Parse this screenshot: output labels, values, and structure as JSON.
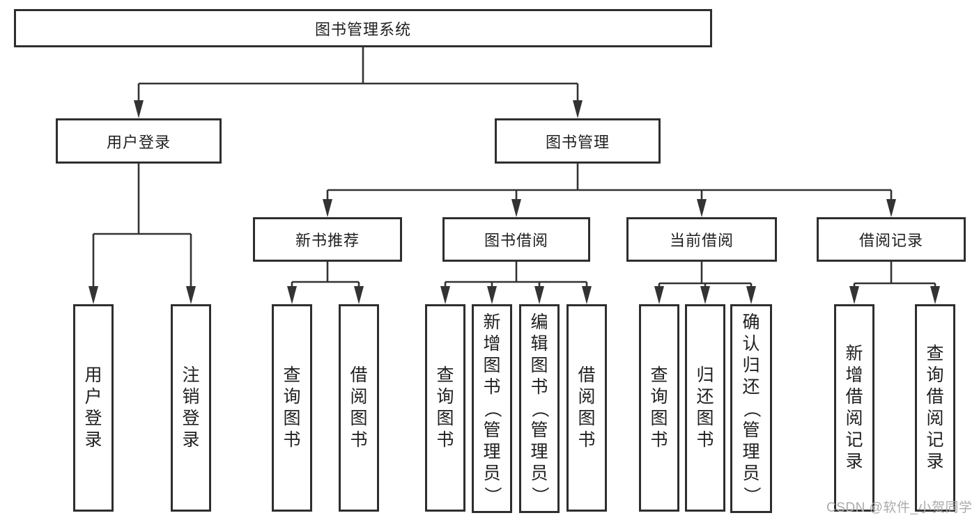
{
  "colors": {
    "line": "#333333",
    "border": "#2e2e2e",
    "text": "#1f1f1f",
    "watermark": "#ababab",
    "background": "#ffffff"
  },
  "watermark": {
    "text": "CSDN @软件_小贺同学"
  },
  "root": {
    "label": "图书管理系统"
  },
  "branches": [
    {
      "label": "用户登录",
      "children": [
        {
          "label": "用户登录"
        },
        {
          "label": "注销登录"
        }
      ]
    },
    {
      "label": "图书管理",
      "children": [
        {
          "label": "新书推荐",
          "children": [
            {
              "label": "查询图书"
            },
            {
              "label": "借阅图书"
            }
          ]
        },
        {
          "label": "图书借阅",
          "children": [
            {
              "label": "查询图书"
            },
            {
              "label": "新增图书（管理员）"
            },
            {
              "label": "编辑图书（管理员）"
            },
            {
              "label": "借阅图书"
            }
          ]
        },
        {
          "label": "当前借阅",
          "children": [
            {
              "label": "查询图书"
            },
            {
              "label": "归还图书"
            },
            {
              "label": "确认归还（管理员）"
            }
          ]
        },
        {
          "label": "借阅记录",
          "children": [
            {
              "label": "新增借阅记录"
            },
            {
              "label": "查询借阅记录"
            }
          ]
        }
      ]
    }
  ]
}
